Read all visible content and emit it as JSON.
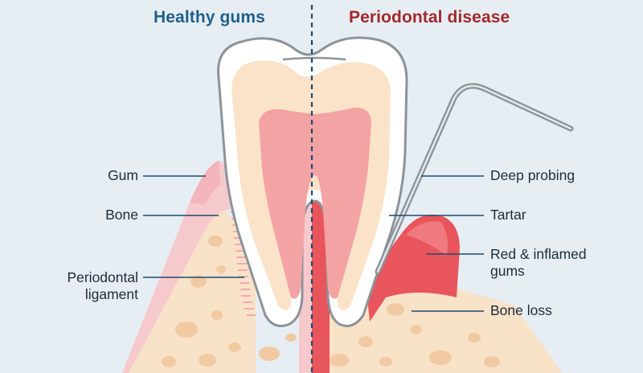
{
  "headings": {
    "left": "Healthy gums",
    "right": "Periodontal disease"
  },
  "left_labels": {
    "gum": "Gum",
    "bone": "Bone",
    "periodontal_ligament": "Periodontal\nligament"
  },
  "right_labels": {
    "deep_probing": "Deep probing",
    "tartar": "Tartar",
    "red_inflamed_gums": "Red & inflamed\ngums",
    "bone_loss": "Bone loss"
  },
  "colors": {
    "background": "#e6eef4",
    "healthy_heading": "#1f5f8b",
    "disease_heading": "#a3282b",
    "divider": "#1f4a6e",
    "leader_line": "#1f4a6e",
    "enamel": "#ffffff",
    "enamel_outline": "#8d9399",
    "dentin": "#fbe3c9",
    "pulp": "#f4a3a4",
    "healthy_gum": "#f6c9cd",
    "inflamed_gum": "#e9555c",
    "bone": "#f8e2c8",
    "bone_spots": "#f1caa3",
    "tartar": "#c9935a",
    "probe": "#9aa2aa"
  }
}
